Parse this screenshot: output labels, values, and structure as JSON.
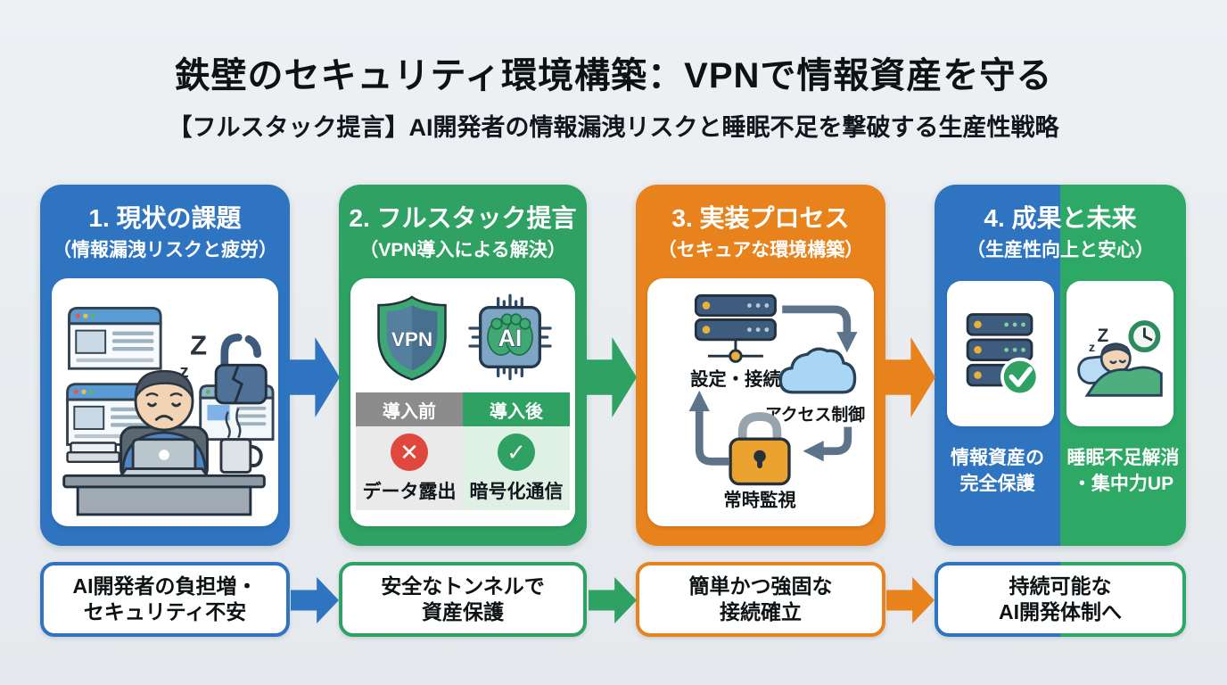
{
  "header": {
    "title": "鉄壁のセキュリティ環境構築：VPNで情報資産を守る",
    "subtitle": "【フルスタック提言】AI開発者の情報漏洩リスクと睡眠不足を撃破する生産性戦略"
  },
  "colors": {
    "background": "#E9EDF0",
    "blue": "#2E74C0",
    "green": "#2EA163",
    "orange": "#E8821D",
    "red": "#E0483E",
    "arrow_gray": "#5C7389",
    "table_gray_header": "#8C8C8C",
    "table_gray_cell": "#EAEAEA",
    "table_green_cell": "#DFF1E5",
    "text": "#0D1215"
  },
  "glyphs": {
    "x": "✕",
    "check": "✓"
  },
  "panels": [
    {
      "title": "1. 現状の課題",
      "subtitle": "（情報漏洩リスクと疲労）",
      "illustration": "tired-developer-at-desk"
    },
    {
      "title": "2. フルスタック提言",
      "subtitle": "（VPN導入による解決）",
      "vpn_badge": "VPN",
      "ai_badge": "AI",
      "comparison": {
        "before_header": "導入前",
        "before_label": "データ露出",
        "after_header": "導入後",
        "after_label": "暗号化通信"
      }
    },
    {
      "title": "3. 実装プロセス",
      "subtitle": "（セキュアな環境構築）",
      "steps": [
        "設定・接続",
        "アクセス制御",
        "常時監視"
      ]
    },
    {
      "title": "4. 成果と未来",
      "subtitle": "（生産性向上と安心）",
      "left_label_line1": "情報資産の",
      "left_label_line2": "完全保護",
      "right_label_line1": "睡眠不足解消",
      "right_label_line2": "・集中力UP"
    }
  ],
  "bottom_row": [
    {
      "line1": "AI開発者の負担増・",
      "line2": "セキュリティ不安"
    },
    {
      "line1": "安全なトンネルで",
      "line2": "資産保護"
    },
    {
      "line1": "簡単かつ強固な",
      "line2": "接続確立"
    },
    {
      "line1": "持続可能な",
      "line2": "AI開発体制へ"
    }
  ]
}
